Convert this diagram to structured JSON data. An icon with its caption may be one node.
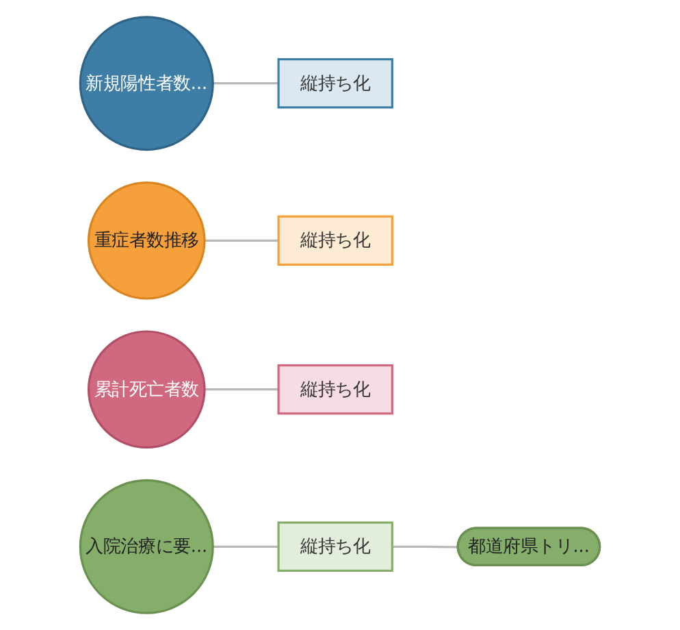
{
  "diagram": {
    "nodes": [
      {
        "text": [
          "新規陽性者数..."
        ]
      },
      {
        "text": [
          "縦持ち化"
        ]
      },
      {
        "text": [
          "重症者数推移"
        ]
      },
      {
        "text": [
          "縦持ち化"
        ]
      },
      {
        "text": [
          "累計死亡者数"
        ]
      },
      {
        "text": [
          "縦持ち化"
        ]
      },
      {
        "text": [
          "入院治療に要..."
        ]
      },
      {
        "text": [
          "縦持ち化"
        ]
      },
      {
        "text": [
          "都道府県トリ..."
        ]
      }
    ],
    "edges": [
      {
        "from": 0,
        "to": 1,
        "arrow": "none"
      },
      {
        "from": 2,
        "to": 3,
        "arrow": "none"
      },
      {
        "from": 4,
        "to": 5,
        "arrow": "none"
      },
      {
        "from": 6,
        "to": 7,
        "arrow": "none"
      },
      {
        "from": 7,
        "to": 8,
        "arrow": "none"
      }
    ]
  }
}
